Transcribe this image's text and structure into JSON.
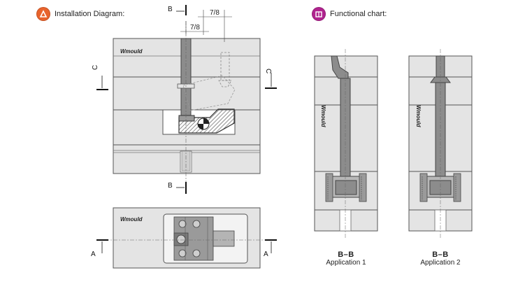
{
  "installation": {
    "title": "Installation Diagram:",
    "icon": "installation-badge-icon"
  },
  "functional": {
    "title": "Functional chart:",
    "icon": "functional-badge-icon"
  },
  "brand_label": "Wmould",
  "section_marks": {
    "b": "B",
    "c": "C",
    "a": "A"
  },
  "dimensions": {
    "fraction": "7/8"
  },
  "applications": [
    {
      "section": "B–B",
      "label": "Application 1"
    },
    {
      "section": "B–B",
      "label": "Application 2"
    }
  ],
  "colors": {
    "badge_installation": "#e8632c",
    "badge_functional": "#b0238e",
    "plate_fill": "#e4e4e4",
    "part_fill": "#8c8c8c"
  }
}
